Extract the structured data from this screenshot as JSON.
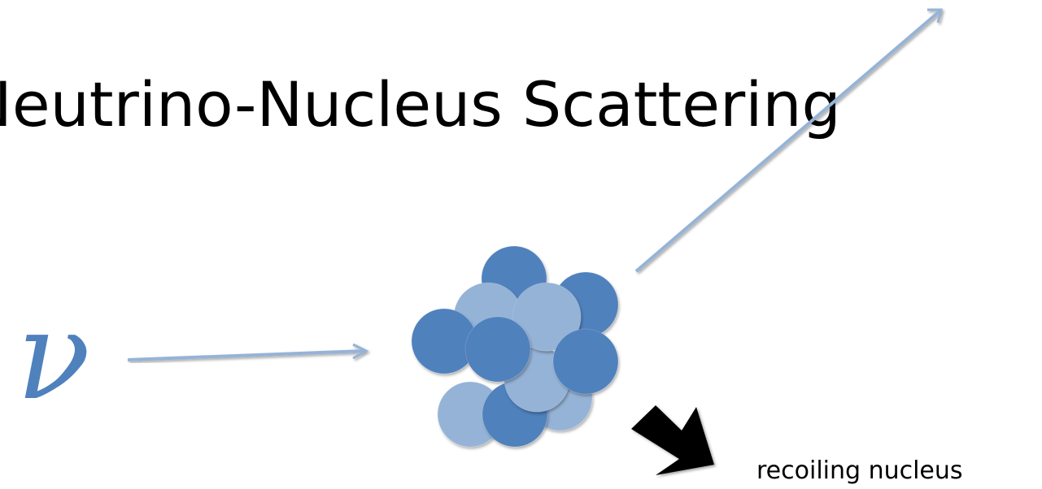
{
  "slide": {
    "title": "Neutrino-Nucleus Scattering",
    "particle_symbol": "ν",
    "recoil_label": "recoiling nucleus"
  },
  "colors": {
    "proton": "#4f81bd",
    "neutron": "#95b3d7",
    "particle_line": "#95b3d7",
    "recoil_arrow": "#000000",
    "nu_symbol": "#4f81bd"
  },
  "icons": {
    "incoming": "arrow-right-icon",
    "outgoing": "arrow-up-right-icon",
    "recoil": "arrow-down-right-icon"
  }
}
